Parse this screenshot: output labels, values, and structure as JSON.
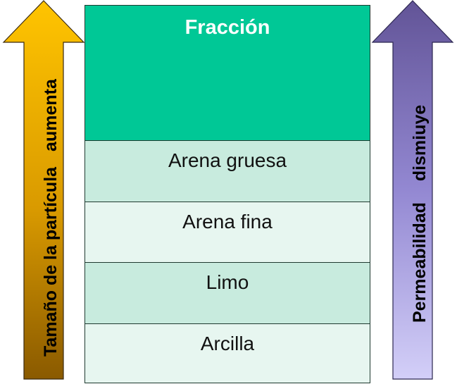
{
  "table": {
    "header": "Fracción",
    "rows": [
      {
        "label": "Arena gruesa"
      },
      {
        "label": "Arena fina"
      },
      {
        "label": "Limo"
      },
      {
        "label": "Arcilla"
      }
    ]
  },
  "left_arrow": {
    "label_main": "Tamaño de la partícula",
    "label_trend": "aumenta",
    "color_top": "#ffc000",
    "color_bottom": "#8a5a00"
  },
  "right_arrow": {
    "label_main": "Permeabilidad",
    "label_trend": "dismiuye",
    "color_top": "#6b5ea8",
    "color_bottom": "#c5c0f2"
  },
  "colors": {
    "header_bg": "#00c896",
    "row_dark": "#c8ebde",
    "row_light": "#e7f6f0"
  }
}
